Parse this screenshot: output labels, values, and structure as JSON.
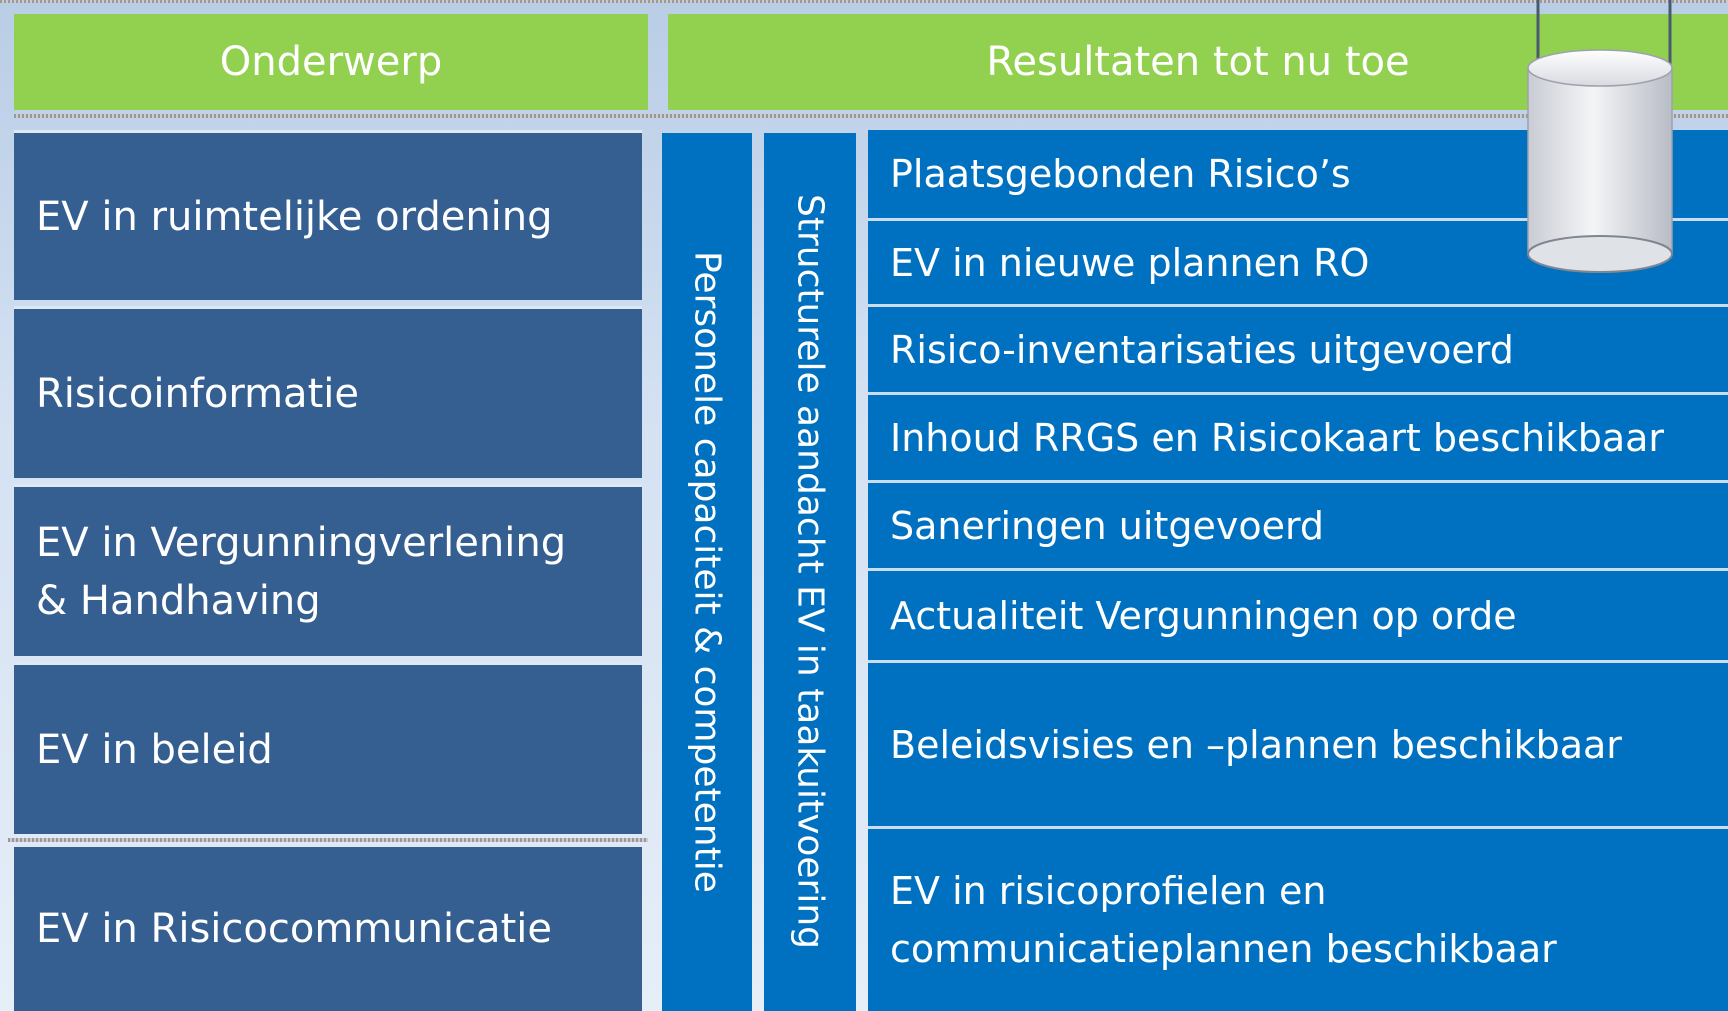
{
  "headers": {
    "left": "Onderwerp",
    "right": "Resultaten tot nu toe"
  },
  "topics": [
    "EV in ruimtelijke ordening",
    "Risicoinformatie",
    "EV in Vergunningverlening & Handhaving",
    "EV in beleid",
    "EV in Risicocommunicatie"
  ],
  "vertical_labels": [
    "Personele capaciteit & competentie",
    "Structurele aandacht EV in taakuitvoering"
  ],
  "results": [
    "Plaatsgebonden Risico’s",
    "EV in nieuwe plannen RO",
    "Risico-inventarisaties uitgevoerd",
    "Inhoud RRGS en Risicokaart beschikbaar",
    "Saneringen uitgevoerd",
    "Actualiteit Vergunningen op orde",
    "Beleidsvisies en –plannen beschikbaar",
    "EV in risicoprofielen en communicatieplannen beschikbaar"
  ],
  "colors": {
    "header_green": "#92d050",
    "topic_blue": "#365f91",
    "result_blue": "#0070c0"
  }
}
